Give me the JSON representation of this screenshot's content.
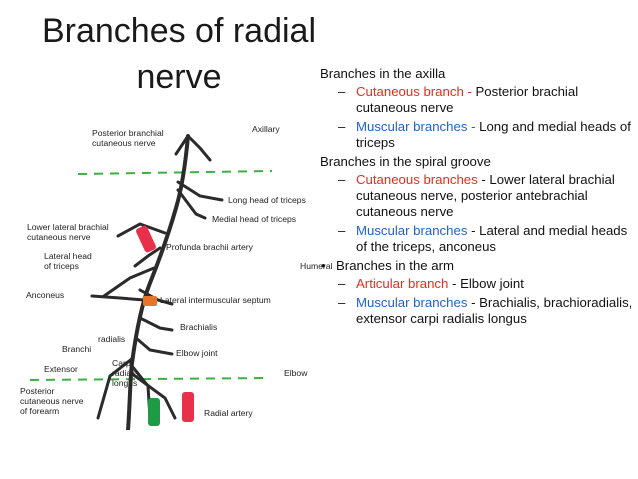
{
  "title": "Branches of radial nerve",
  "colors": {
    "red": "#e0301e",
    "blue": "#1f62c9",
    "nerve": "#2b2b2b",
    "dash": "#3cb043"
  },
  "diagram": {
    "labels": {
      "posterior_brachial": "Posterior branchial\ncutaneous nerve",
      "axillary": "Axillary",
      "long_head": "Long head of triceps",
      "medial_head": "Medial head of triceps",
      "lower_lateral": "Lower lateral brachial\ncutaneous nerve",
      "profunda": "Profunda brachii artery",
      "lateral_head": "Lateral head\nof triceps",
      "humeral": "Humeral",
      "anconeus": "Anconeus",
      "lat_septum": "Lateral intermuscular septum",
      "brachialis": "Brachialis",
      "branchi": "Branchi",
      "radialis": "radialis",
      "elbow_joint": "Elbow joint",
      "carpi": "Carpi\nradialis\nlongus",
      "extensor": "Extensor",
      "elbow": "Elbow",
      "post_forearm": "Posterior\ncutaneous nerve\nof forearm",
      "radial_artery": "Radial artery"
    }
  },
  "panel": {
    "axilla": {
      "heading": "Branches in the axilla",
      "items": [
        {
          "dash_label": "Cutaneous branch -",
          "rest": " Posterior brachial cutaneous nerve",
          "color": "red"
        },
        {
          "dash_label": "Muscular branches -",
          "rest": " Long and medial heads of triceps",
          "color": "blue"
        }
      ]
    },
    "spiral": {
      "heading": "Branches in the spiral groove",
      "items": [
        {
          "dash_label": "Cutaneous branches",
          "rest": " - Lower lateral brachial cutaneous nerve, posterior antebrachial cutaneous nerve",
          "color": "red"
        },
        {
          "dash_label": "Muscular branches",
          "rest": " - Lateral and medial heads of the triceps, anconeus",
          "color": "blue"
        }
      ]
    },
    "arm": {
      "heading": "Branches in the arm",
      "items": [
        {
          "dash_label": "Articular branch",
          "rest": " - Elbow joint",
          "color": "red"
        },
        {
          "dash_label": "Muscular branches",
          "rest": " - Brachialis, brachioradialis, extensor carpi radialis longus",
          "color": "blue"
        }
      ]
    }
  }
}
